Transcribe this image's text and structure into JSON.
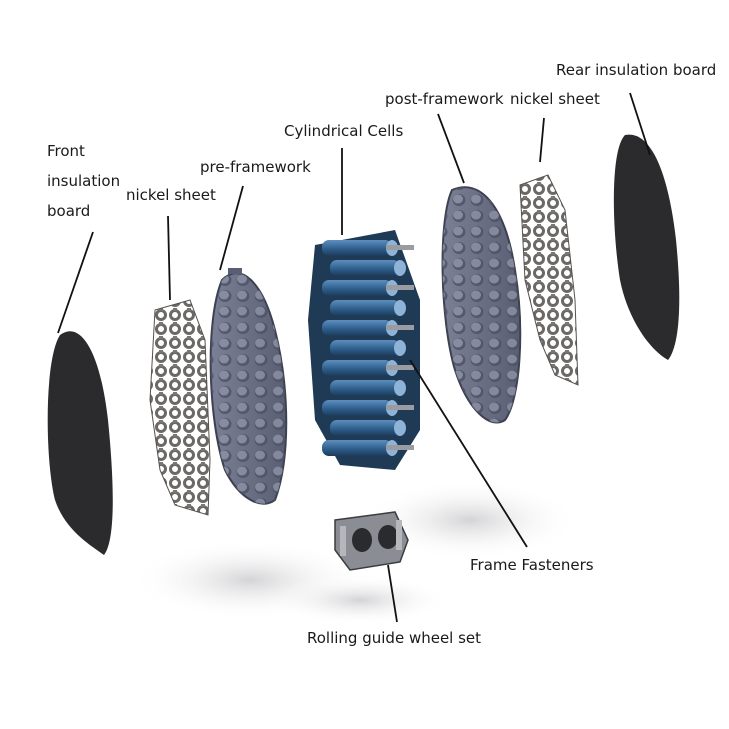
{
  "labels": {
    "front_insulation_board": "Front\ninsulation\nboard",
    "nickel_sheet_left": "nickel sheet",
    "pre_framework": "pre-framework",
    "cylindrical_cells": "Cylindrical Cells",
    "post_framework": "post-framework",
    "nickel_sheet_right": "nickel sheet",
    "rear_insulation_board": "Rear insulation board",
    "frame_fasteners": "Frame Fasteners",
    "rolling_guide_wheel_set": "Rolling guide wheel set"
  },
  "colors": {
    "insulation_board": "#2b2b2d",
    "framework": "#6e7388",
    "framework_edge": "#3c4050",
    "cell_blue": "#2f5f8c",
    "cell_highlight": "#5d8fbf",
    "nickel": "#6d6a66",
    "leader_line": "#111111"
  }
}
